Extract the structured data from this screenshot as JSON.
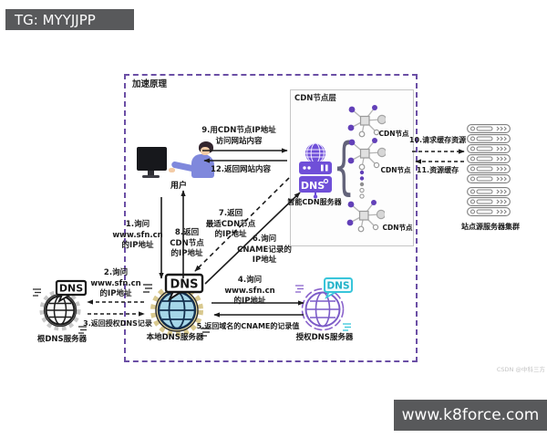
{
  "page": {
    "tg_badge": "TG: MYYJJPP",
    "site_badge": "www.k8force.com",
    "watermark": "CSDN @中科三方"
  },
  "diagram": {
    "title": "加速原理",
    "cdn_layer_title": "CDN节点层",
    "labels": {
      "user": "用户",
      "smart_cdn": "智能CDN服务器",
      "local_dns": "本地DNS服务器",
      "root_dns": "根DNS服务器",
      "auth_dns": "授权DNS服务器",
      "origin_cluster": "站点源服务器集群",
      "cdn_node": "CDN节点"
    },
    "flows": {
      "f1": [
        "1.询问",
        "www.sfn.cn",
        "的IP地址"
      ],
      "f2": [
        "2.询问",
        "www.sfn.cn",
        "的IP地址"
      ],
      "f3": [
        "3.返回授权DNS记录"
      ],
      "f4": [
        "4.询问",
        "www.sfn.cn",
        "的IP地址"
      ],
      "f5": [
        "5.返回域名的CNAME的记录值"
      ],
      "f6": [
        "6.询问",
        "CNAME记录的",
        "IP地址"
      ],
      "f7": [
        "7.返回",
        "最适CDN节点",
        "的IP地址"
      ],
      "f8": [
        "8.返回",
        "CDN节点",
        "的IP地址"
      ],
      "f9": [
        "9.用CDN节点IP地址",
        "访问网站内容"
      ],
      "f10": [
        "10.请求缓存资源"
      ],
      "f11": [
        "11.资源缓存"
      ],
      "f12": [
        "12.返回网站内容"
      ]
    },
    "icons": {
      "dns_tag": "DNS",
      "brace": "{"
    },
    "colors": {
      "accent_purple": "#6f4fd8",
      "border_purple": "#6b4fa5",
      "node_purple": "#6240b8",
      "cyan": "#38c5da",
      "badge_gray": "#58595b"
    }
  }
}
